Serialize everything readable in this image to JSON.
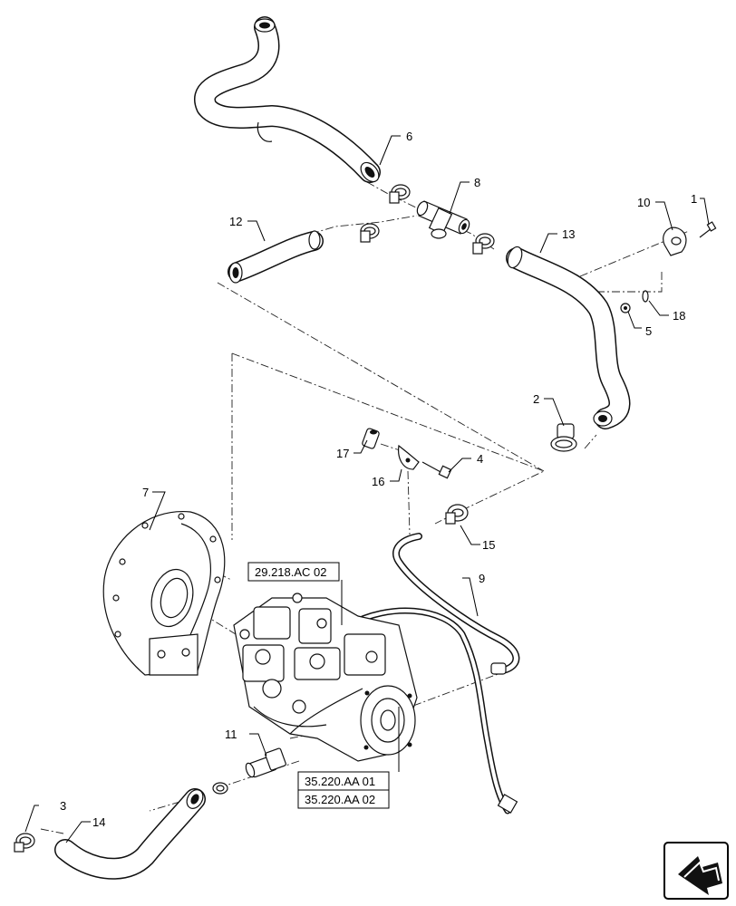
{
  "callouts": [
    {
      "id": "1",
      "text": "1"
    },
    {
      "id": "2",
      "text": "2"
    },
    {
      "id": "3",
      "text": "3"
    },
    {
      "id": "4",
      "text": "4"
    },
    {
      "id": "5",
      "text": "5"
    },
    {
      "id": "6",
      "text": "6"
    },
    {
      "id": "7",
      "text": "7"
    },
    {
      "id": "8",
      "text": "8"
    },
    {
      "id": "9",
      "text": "9"
    },
    {
      "id": "10",
      "text": "10"
    },
    {
      "id": "11",
      "text": "11"
    },
    {
      "id": "12",
      "text": "12"
    },
    {
      "id": "13",
      "text": "13"
    },
    {
      "id": "14",
      "text": "14"
    },
    {
      "id": "15",
      "text": "15"
    },
    {
      "id": "16",
      "text": "16"
    },
    {
      "id": "17",
      "text": "17"
    },
    {
      "id": "18",
      "text": "18"
    }
  ],
  "references": [
    {
      "id": "ref1",
      "text": "29.218.AC 02"
    },
    {
      "id": "ref2",
      "text": "35.220.AA 01"
    },
    {
      "id": "ref3",
      "text": "35.220.AA 02"
    }
  ]
}
